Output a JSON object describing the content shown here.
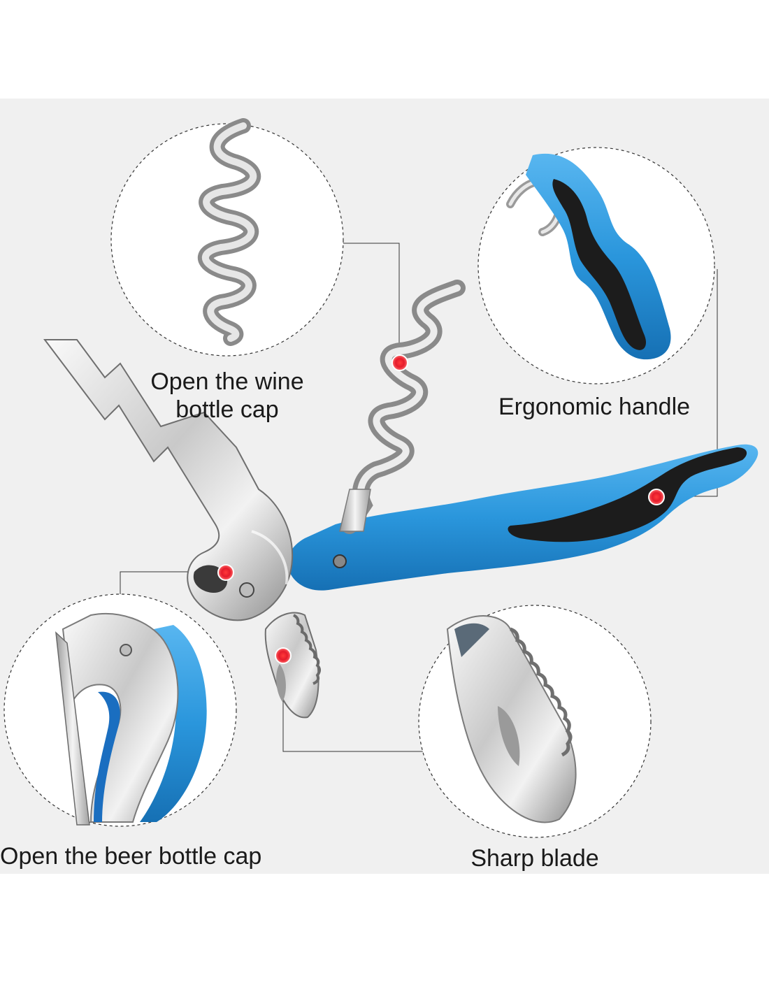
{
  "product": "waiter corkscrew",
  "colors": {
    "background": "#f0f0f0",
    "handle_blue": "#2a96dc",
    "handle_blue_dark": "#1670b4",
    "grip_black": "#1c1c1c",
    "steel_light": "#e8e8e8",
    "steel_dark": "#8a8a8a",
    "marker_red": "#e51b2b",
    "text": "#1a1a1a"
  },
  "callouts": {
    "wine_cap": {
      "lines": [
        "Open the wine",
        "bottle cap"
      ],
      "icon": "corkscrew-spiral-icon"
    },
    "handle": {
      "lines": [
        "Ergonomic handle"
      ],
      "icon": "handle-closeup-icon"
    },
    "beer_cap": {
      "lines": [
        "Open the beer bottle cap"
      ],
      "icon": "bottle-opener-closeup-icon"
    },
    "blade": {
      "lines": [
        "Sharp blade"
      ],
      "icon": "serrated-blade-closeup-icon"
    }
  }
}
